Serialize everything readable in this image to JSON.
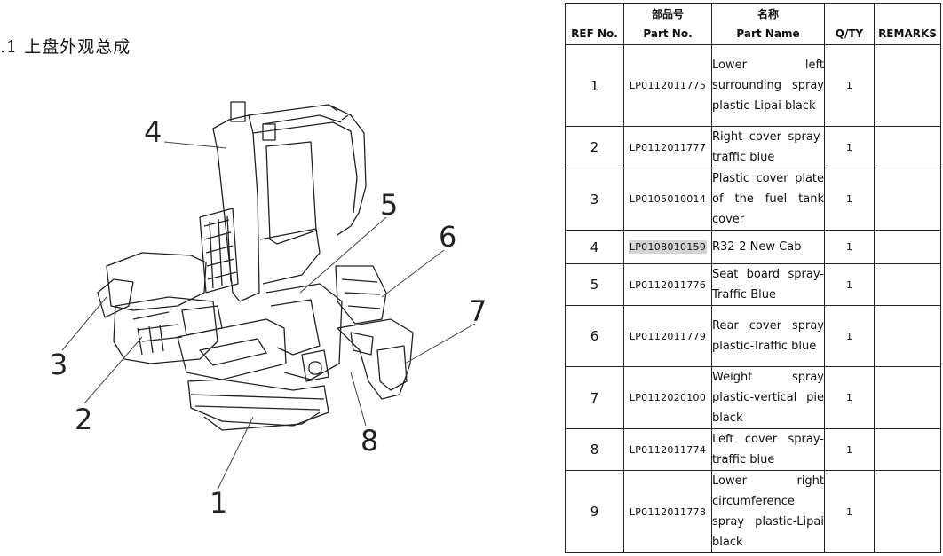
{
  "section": {
    "number": ".1",
    "title": "上盘外观总成"
  },
  "callouts": [
    "1",
    "2",
    "3",
    "4",
    "5",
    "6",
    "7",
    "8"
  ],
  "table": {
    "headers": {
      "ref": "REF No.",
      "part_cn": "部品号",
      "part_en": "Part No.",
      "name_cn": "名称",
      "name_en": "Part Name",
      "qty": "Q/TY",
      "remarks": "REMARKS"
    },
    "rows": [
      {
        "ref": "1",
        "part_no": "LP0112011775",
        "name": "Lower left surrounding spray plastic-Lipai black",
        "qty": "1",
        "remarks": ""
      },
      {
        "ref": "2",
        "part_no": "LP0112011777",
        "name": "Right cover spray-traffic blue",
        "qty": "1",
        "remarks": ""
      },
      {
        "ref": "3",
        "part_no": "LP0105010014",
        "name": "Plastic cover plate of the fuel tank cover",
        "qty": "1",
        "remarks": ""
      },
      {
        "ref": "4",
        "part_no": "LP0108010159",
        "name": "R32-2 New Cab",
        "qty": "1",
        "remarks": ""
      },
      {
        "ref": "5",
        "part_no": "LP0112011776",
        "name": "Seat board spray-Traffic Blue",
        "qty": "1",
        "remarks": ""
      },
      {
        "ref": "6",
        "part_no": "LP0112011779",
        "name": "Rear cover spray plastic-Traffic blue",
        "qty": "1",
        "remarks": ""
      },
      {
        "ref": "7",
        "part_no": "LP0112020100",
        "name": "Weight spray plastic-vertical pie black",
        "qty": "1",
        "remarks": ""
      },
      {
        "ref": "8",
        "part_no": "LP0112011774",
        "name": "Left cover spray-traffic blue",
        "qty": "1",
        "remarks": ""
      },
      {
        "ref": "9",
        "part_no": "LP0112011778",
        "name": "Lower right circumference spray plastic-Lipai black",
        "qty": "1",
        "remarks": ""
      }
    ]
  }
}
